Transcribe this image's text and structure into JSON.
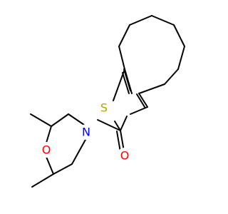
{
  "molecule": {
    "atoms": {
      "sulfur": "S",
      "oxygen_ring": "O",
      "nitrogen": "N",
      "oxygen_carbonyl": "O"
    },
    "colors": {
      "sulfur": "#b8a000",
      "oxygen": "#ff0000",
      "nitrogen": "#0000ff",
      "bond": "#000000",
      "background": "#ffffff"
    }
  }
}
